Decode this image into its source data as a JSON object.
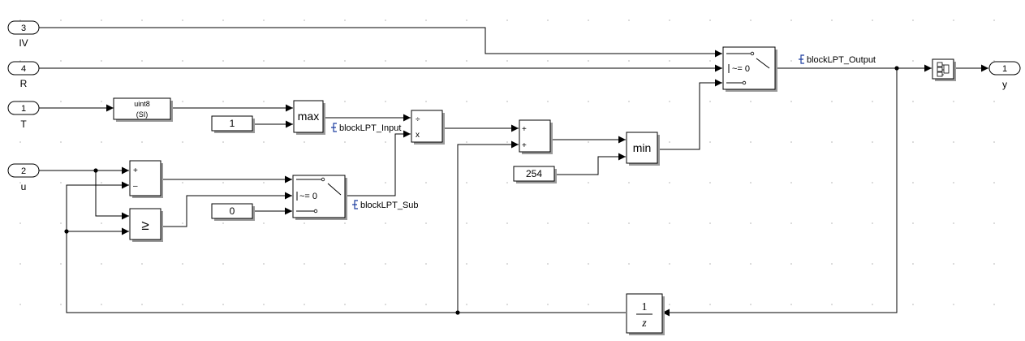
{
  "inports": [
    {
      "number": "3",
      "label": "IV"
    },
    {
      "number": "4",
      "label": "R"
    },
    {
      "number": "1",
      "label": "T"
    },
    {
      "number": "2",
      "label": "u"
    }
  ],
  "outport": {
    "number": "1",
    "label": "y"
  },
  "blocks": {
    "convert": {
      "line1": "uint8",
      "line2": "(SI)"
    },
    "max": "max",
    "min": "min",
    "const_1": "1",
    "const_0": "0",
    "const_254": "254",
    "sub_signs": {
      "plus": "+",
      "minus": "–"
    },
    "ge": "≥",
    "divide_signs": {
      "div": "÷",
      "mul": "x"
    },
    "sum_signs": {
      "a": "+",
      "b": "+"
    },
    "switch_criterion": "~= 0",
    "unit_delay": {
      "num": "1",
      "den": "z"
    }
  },
  "signals": {
    "output": "blockLPT_Output",
    "input": "blockLPT_Input",
    "sub": "blockLPT_Sub"
  }
}
